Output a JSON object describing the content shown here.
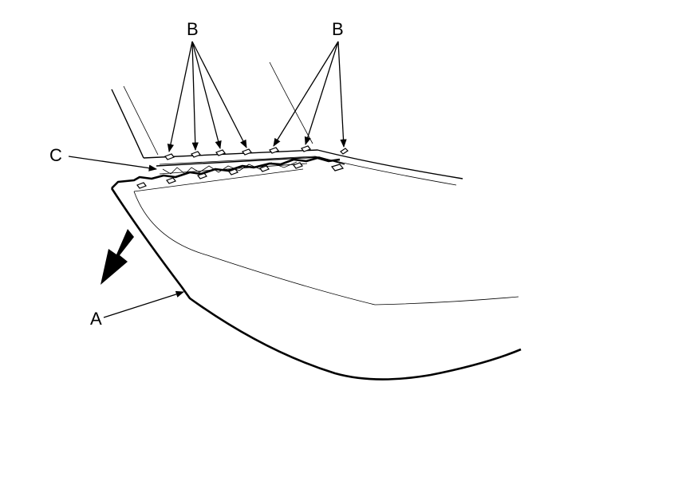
{
  "labels": {
    "a": "A",
    "b_left": "B",
    "b_right": "B",
    "c": "C"
  },
  "colors": {
    "line": "#000000",
    "background": "#ffffff"
  },
  "icons": {
    "direction": "removal-direction-arrow-icon"
  }
}
